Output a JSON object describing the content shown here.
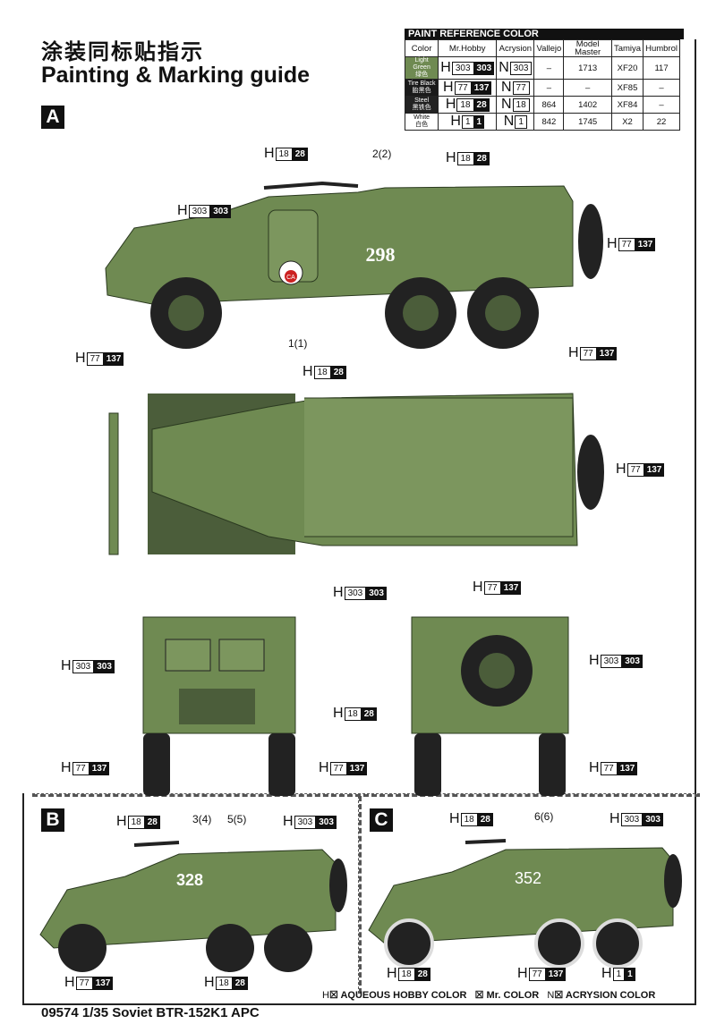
{
  "header": {
    "title_cn": "涂装同标贴指示",
    "title_en": "Painting & Marking guide"
  },
  "paint_table": {
    "title": "PAINT  REFERENCE COLOR",
    "columns": [
      "Color",
      "Mr.Hobby",
      "Acrysion",
      "Vallejo",
      "Model Master",
      "Tamiya",
      "Humbrol"
    ],
    "rows": [
      {
        "name": "Light Green",
        "name_cn": "绿色",
        "swatch": "#6f8a52",
        "h": [
          "303",
          "303"
        ],
        "n": "303",
        "vallejo": "–",
        "model_master": "1713",
        "tamiya": "XF20",
        "humbrol": "117"
      },
      {
        "name": "Tire Black",
        "name_cn": "胎黑色",
        "swatch": "#1a1a1a",
        "h": [
          "77",
          "137"
        ],
        "n": "77",
        "vallejo": "–",
        "model_master": "–",
        "tamiya": "XF85",
        "humbrol": "–"
      },
      {
        "name": "Steel",
        "name_cn": "黑铁色",
        "swatch": "#222222",
        "h": [
          "18",
          "28"
        ],
        "n": "18",
        "vallejo": "864",
        "model_master": "1402",
        "tamiya": "XF84",
        "humbrol": "–"
      },
      {
        "name": "White",
        "name_cn": "白色",
        "swatch": "#ffffff",
        "h": [
          "1",
          "1"
        ],
        "n": "1",
        "vallejo": "842",
        "model_master": "1745",
        "tamiya": "X2",
        "humbrol": "22"
      }
    ]
  },
  "prefix": {
    "h": "H",
    "n": "N"
  },
  "sections": {
    "a": "A",
    "b": "B",
    "c": "C"
  },
  "markings": {
    "a_number": "298",
    "a_roundel": "CA",
    "b_number": "328",
    "c_number": "352"
  },
  "parts": {
    "p1": "1(1)",
    "p2": "2(2)",
    "p3": "3(4)",
    "p5": "5(5)",
    "p6": "6(6)"
  },
  "callouts": {
    "steel": [
      "18",
      "28"
    ],
    "green": [
      "303",
      "303"
    ],
    "black": [
      "77",
      "137"
    ],
    "white": [
      "1",
      "1"
    ]
  },
  "legend": {
    "aqueous": "AQUEOUS HOBBY COLOR",
    "mr": "Mr. COLOR",
    "acrysion": "ACRYSION COLOR"
  },
  "footer": "09574 1/35  Soviet BTR-152K1 APC"
}
